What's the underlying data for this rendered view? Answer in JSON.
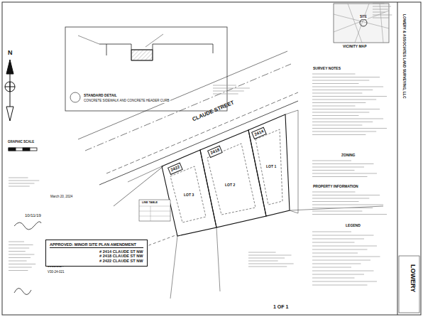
{
  "diagram": {
    "nodes": [
      {
        "text": [
          "APPROVED: MINOR SITE PLAN AMENDMENT",
          "# 2414 CLAUDE ST NW",
          "# 2418 CLAUDE ST NW",
          "# 2422 CLAUDE ST NW"
        ]
      },
      {
        "text": [
          "2422"
        ]
      },
      {
        "text": [
          "2418"
        ]
      },
      {
        "text": [
          "2414"
        ]
      }
    ],
    "labels": [
      "CLAUDE STREET",
      "LOT 1",
      "LOT 2",
      "LOT 3",
      "STANDARD DETAIL",
      "CONCRETE SIDEWALK AND CONCRETE HEADER CURB",
      "N",
      "GRAPHIC SCALE",
      "March 20, 2024",
      "10/11/19",
      "06/25/2024",
      "V30-24-021",
      "LINE TABLE",
      "VICINITY MAP",
      "SURVEY NOTES",
      "ZONING",
      "PROPERTY INFORMATION",
      "LEGEND",
      "1 OF 1",
      "LOWERY & ASSOCIATES LAND SURVEYING, LLC",
      "LOWERY",
      "SITE"
    ]
  }
}
